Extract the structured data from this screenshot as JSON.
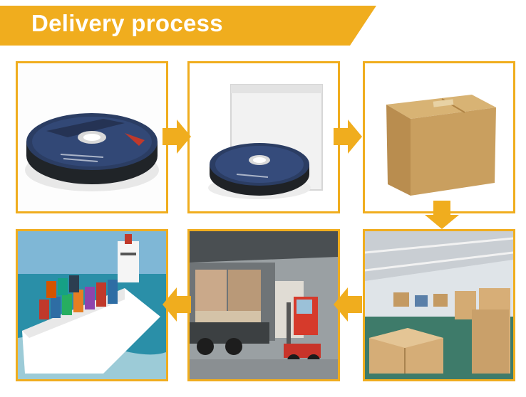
{
  "header": {
    "title": "Delivery process"
  },
  "colors": {
    "accent": "#f0ad1e",
    "frame_border": "#f0ad1e",
    "title_text": "#ffffff"
  },
  "steps": [
    {
      "icon": "grinding-disc-photo"
    },
    {
      "icon": "boxed-disc-photo"
    },
    {
      "icon": "carton-box-photo"
    },
    {
      "icon": "warehouse-photo"
    },
    {
      "icon": "truck-loading-photo"
    },
    {
      "icon": "cargo-ship-photo"
    }
  ],
  "arrows": [
    {
      "icon": "arrow-right-icon"
    },
    {
      "icon": "arrow-right-icon"
    },
    {
      "icon": "arrow-down-icon"
    },
    {
      "icon": "arrow-left-icon"
    },
    {
      "icon": "arrow-left-icon"
    }
  ]
}
